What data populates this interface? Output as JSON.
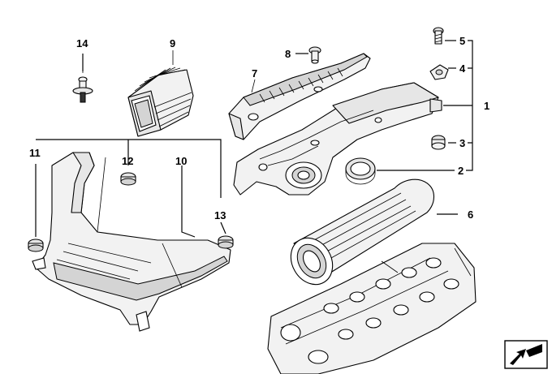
{
  "diagram": {
    "callouts": {
      "c1": "1",
      "c2": "2",
      "c3": "3",
      "c4": "4",
      "c5": "5",
      "c6": "6",
      "c7": "7",
      "c8": "8",
      "c9": "9",
      "c10": "10",
      "c11": "11",
      "c12": "12",
      "c13": "13",
      "c14": "14"
    },
    "navigation_icon": "arrow-icon"
  }
}
